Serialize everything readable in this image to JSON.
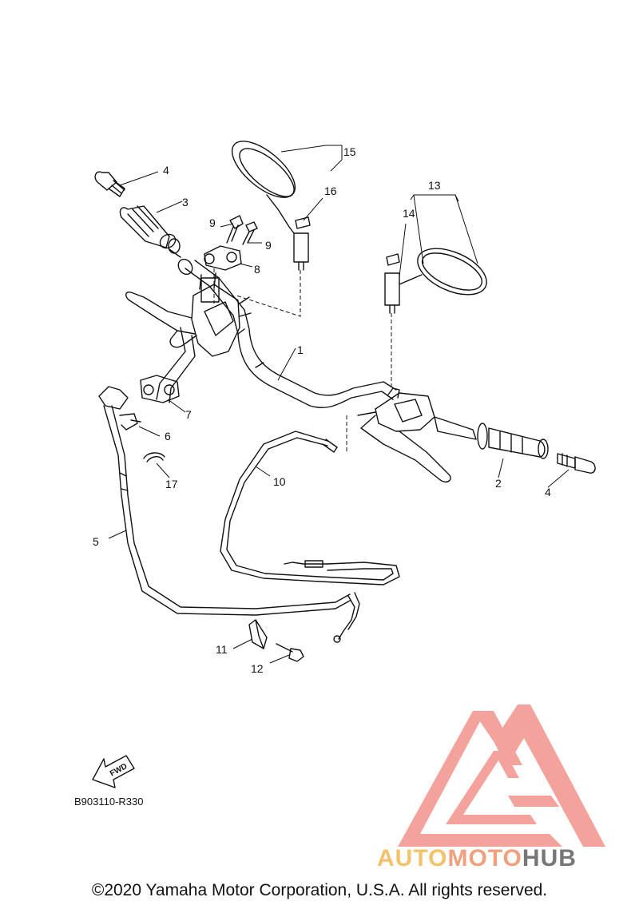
{
  "callouts": {
    "n1": "1",
    "n2": "2",
    "n3": "3",
    "n4a": "4",
    "n4b": "4",
    "n5": "5",
    "n6": "6",
    "n7": "7",
    "n8": "8",
    "n9a": "9",
    "n9b": "9",
    "n10": "10",
    "n11": "11",
    "n12": "12",
    "n13": "13",
    "n14": "14",
    "n15": "15",
    "n16": "16",
    "n17": "17"
  },
  "fwd_label": "FWD",
  "diagram_code": "B903110-R330",
  "copyright": "©2020 Yamaha Motor Corporation, U.S.A. All rights reserved.",
  "watermark": {
    "part1": "AUTO",
    "part2": "MOTO",
    "part3": "HUB",
    "colors": {
      "auto": "#f4c26a",
      "moto": "#f0a07c",
      "hub": "#777777",
      "mark": "#f29a92"
    }
  }
}
